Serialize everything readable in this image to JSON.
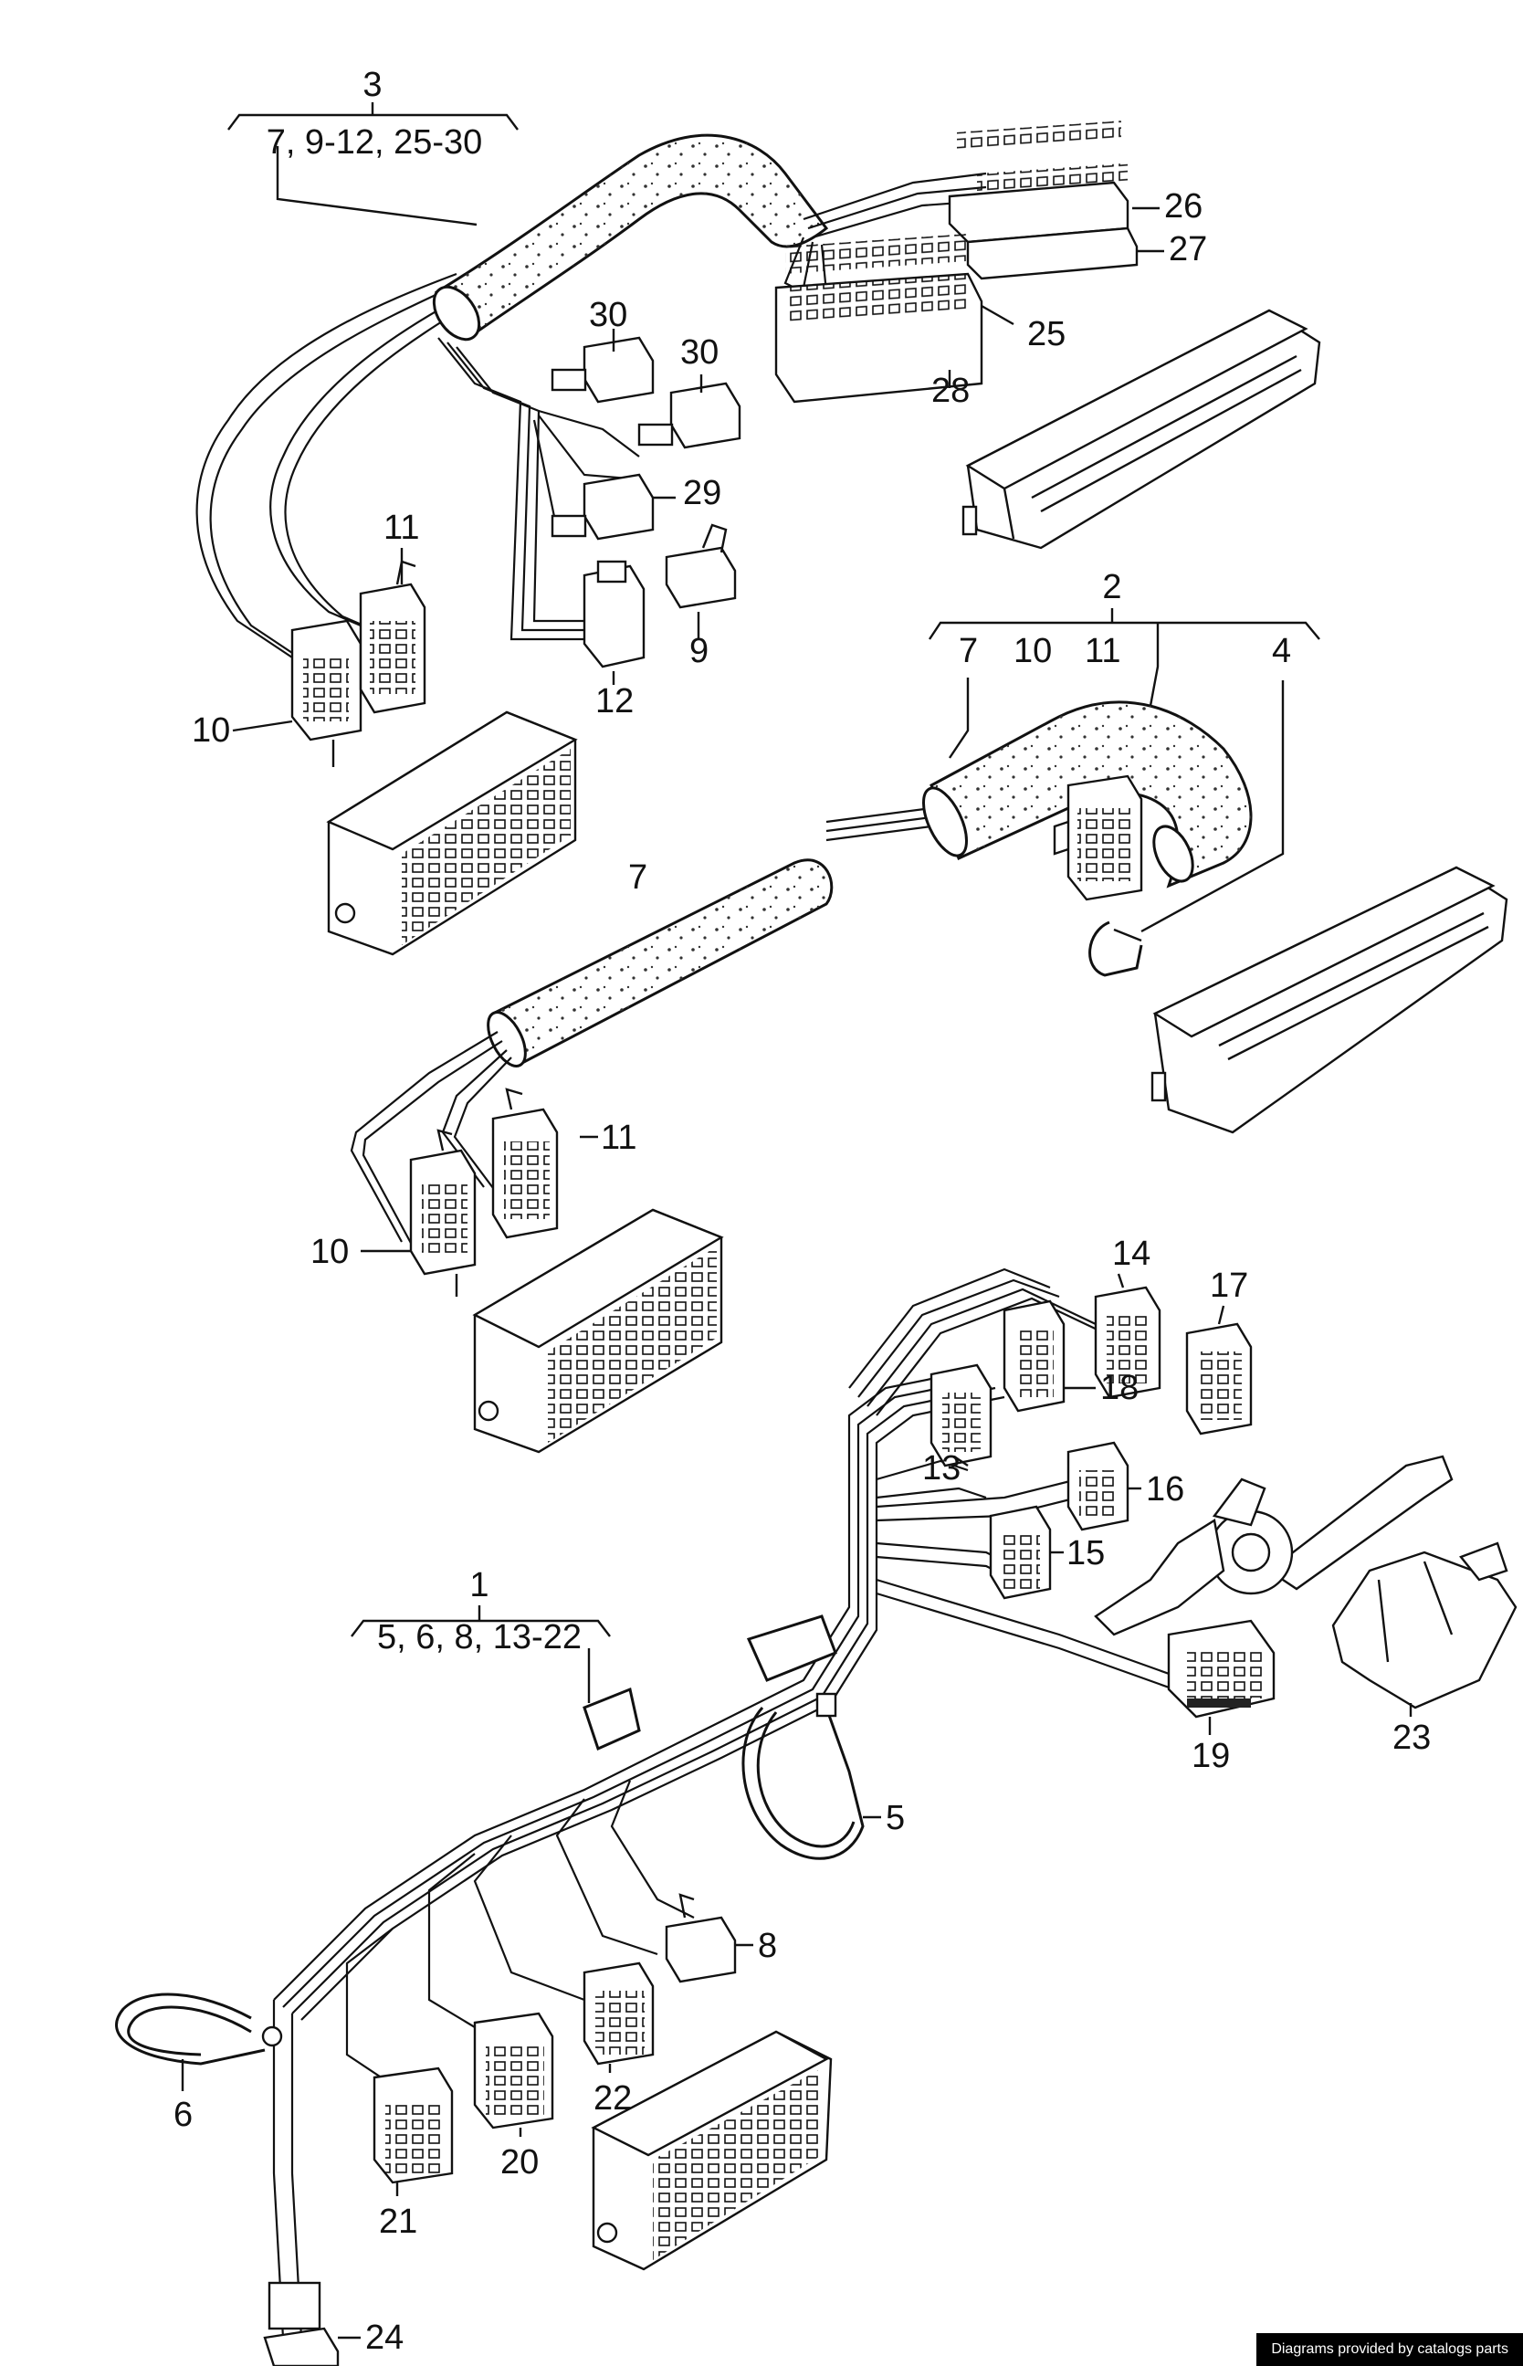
{
  "labels": {
    "l3": "3",
    "l3_range": "7, 9-12, 25-30",
    "l26": "26",
    "l27": "27",
    "l25": "25",
    "l28": "28",
    "l30a": "30",
    "l30b": "30",
    "l29": "29",
    "l11a": "11",
    "l10a": "10",
    "l12": "12",
    "l9": "9",
    "l2": "2",
    "l7a": "7",
    "l10b": "10",
    "l11b": "11",
    "l4": "4",
    "l7b": "7",
    "l11c": "11",
    "l10c": "10",
    "l14": "14",
    "l17": "17",
    "l18": "18",
    "l13": "13",
    "l16": "16",
    "l15": "15",
    "l1": "1",
    "l1_range": "5, 6, 8, 13-22",
    "l5": "5",
    "l19": "19",
    "l23": "23",
    "l8": "8",
    "l6": "6",
    "l22": "22",
    "l20": "20",
    "l21": "21",
    "l24": "24"
  },
  "credit": "Diagrams provided by catalogs parts"
}
